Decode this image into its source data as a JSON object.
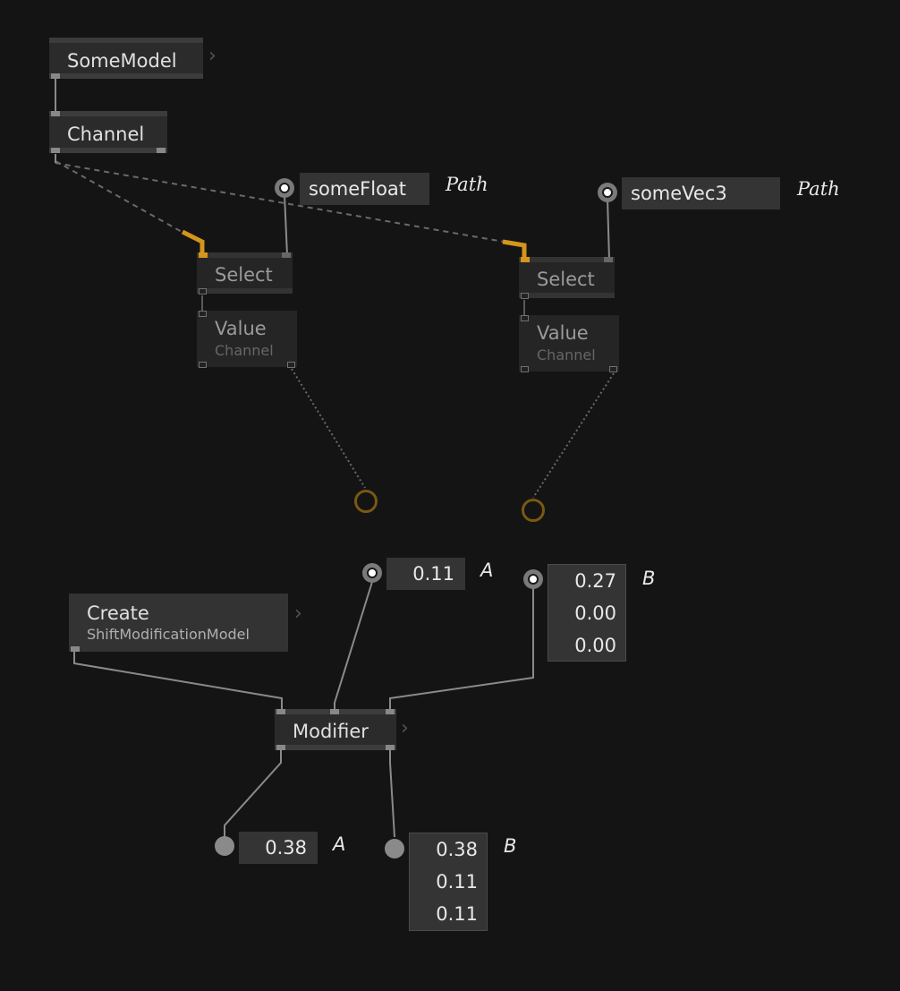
{
  "nodes": {
    "some_model": {
      "title": "SomeModel"
    },
    "channel": {
      "title": "Channel"
    },
    "select_1": {
      "title": "Select"
    },
    "value_1": {
      "title": "Value",
      "subtitle": "Channel"
    },
    "select_2": {
      "title": "Select"
    },
    "value_2": {
      "title": "Value",
      "subtitle": "Channel"
    },
    "create": {
      "title": "Create",
      "subtitle": "ShiftModificationModel"
    },
    "modifier": {
      "title": "Modifier"
    }
  },
  "inputs": {
    "path_1": {
      "value": "someFloat",
      "label": "Path"
    },
    "path_2": {
      "value": "someVec3",
      "label": "Path"
    },
    "a_in": {
      "value": "0.11",
      "label": "A"
    },
    "b_in": {
      "values": [
        "0.27",
        "0.00",
        "0.00"
      ],
      "label": "B"
    }
  },
  "outputs": {
    "a_out": {
      "value": "0.38",
      "label": "A"
    },
    "b_out": {
      "values": [
        "0.38",
        "0.11",
        "0.11"
      ],
      "label": "B"
    }
  },
  "icons": {
    "expand": "chevron-right-icon",
    "input_port": "input-port-icon",
    "output_port": "output-port-icon",
    "unconnected_output": "ring-icon"
  },
  "colors": {
    "background": "#141414",
    "node": "#2b2b2b",
    "wire": "#8a8a8a",
    "highlight_wire": "#d4951a",
    "ring": "#7a5812"
  }
}
